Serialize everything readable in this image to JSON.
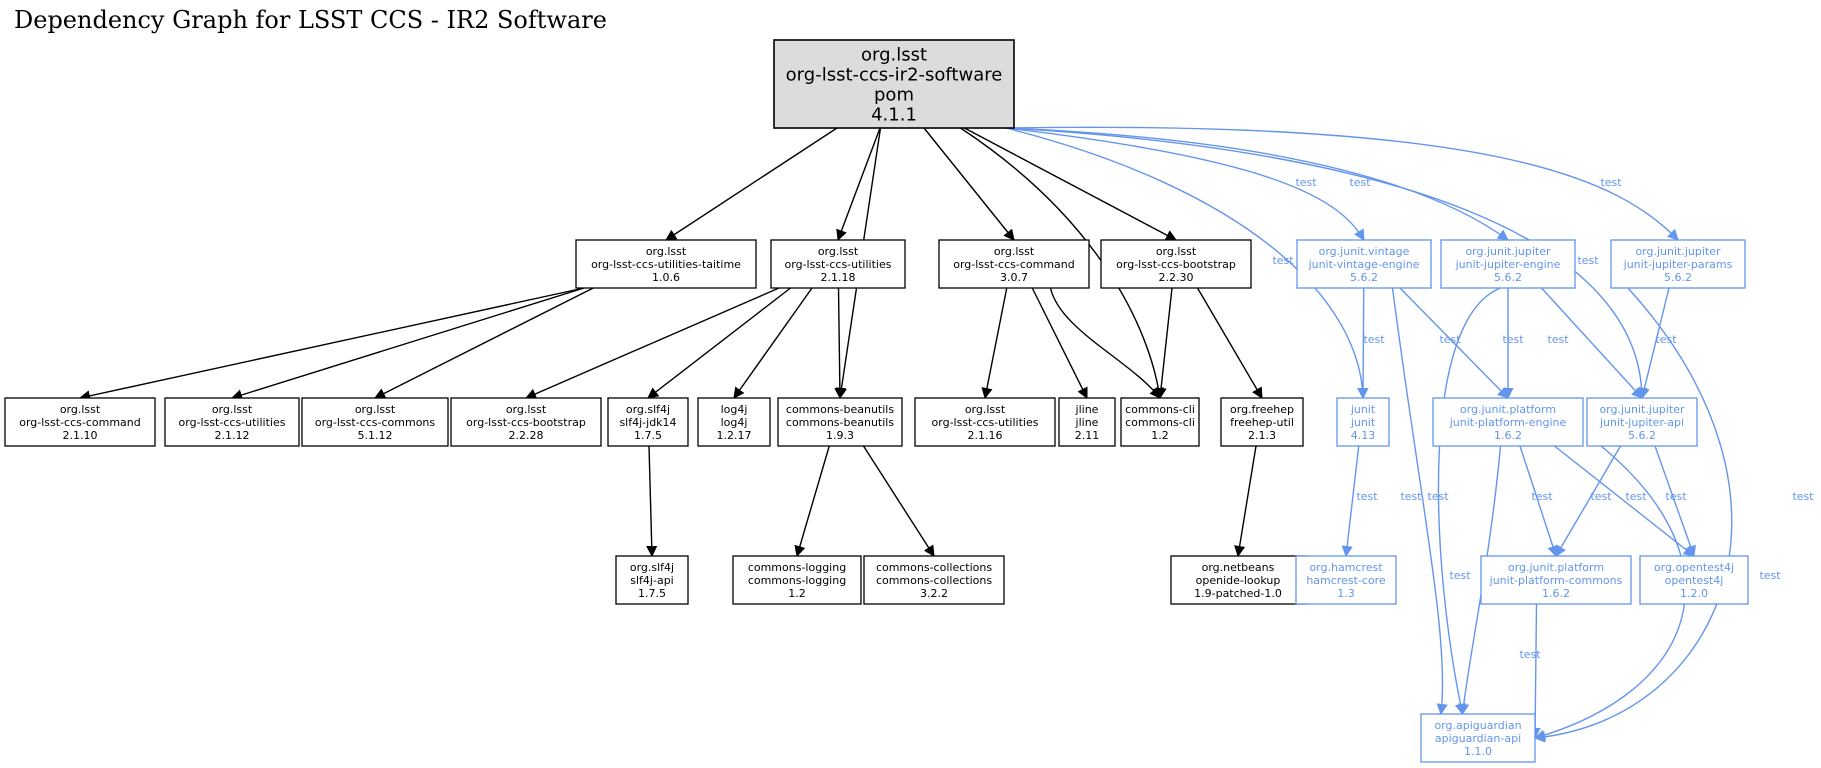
{
  "title": "Dependency Graph for LSST CCS - IR2 Software",
  "colors": {
    "compile": "#000000",
    "test": "#6495ed",
    "root_fill": "#dcdcdc",
    "node_fill": "#ffffff"
  },
  "edge_label_test": "test",
  "nodes": [
    {
      "id": "root",
      "lines": [
        "org.lsst",
        "org-lsst-ccs-ir2-software",
        "pom",
        "4.1.1"
      ],
      "scope": "compile",
      "root": true
    },
    {
      "id": "taitime",
      "lines": [
        "org.lsst",
        "org-lsst-ccs-utilities-taitime",
        "1.0.6"
      ],
      "scope": "compile"
    },
    {
      "id": "utilities218",
      "lines": [
        "org.lsst",
        "org-lsst-ccs-utilities",
        "2.1.18"
      ],
      "scope": "compile"
    },
    {
      "id": "command307",
      "lines": [
        "org.lsst",
        "org-lsst-ccs-command",
        "3.0.7"
      ],
      "scope": "compile"
    },
    {
      "id": "bootstrap2230",
      "lines": [
        "org.lsst",
        "org-lsst-ccs-bootstrap",
        "2.2.30"
      ],
      "scope": "compile"
    },
    {
      "id": "vintage",
      "lines": [
        "org.junit.vintage",
        "junit-vintage-engine",
        "5.6.2"
      ],
      "scope": "test"
    },
    {
      "id": "jupiterengine",
      "lines": [
        "org.junit.jupiter",
        "junit-jupiter-engine",
        "5.6.2"
      ],
      "scope": "test"
    },
    {
      "id": "jupiterparams",
      "lines": [
        "org.junit.jupiter",
        "junit-jupiter-params",
        "5.6.2"
      ],
      "scope": "test"
    },
    {
      "id": "command2110",
      "lines": [
        "org.lsst",
        "org-lsst-ccs-command",
        "2.1.10"
      ],
      "scope": "compile"
    },
    {
      "id": "utilities2112",
      "lines": [
        "org.lsst",
        "org-lsst-ccs-utilities",
        "2.1.12"
      ],
      "scope": "compile"
    },
    {
      "id": "commons5112",
      "lines": [
        "org.lsst",
        "org-lsst-ccs-commons",
        "5.1.12"
      ],
      "scope": "compile"
    },
    {
      "id": "bootstrap2228",
      "lines": [
        "org.lsst",
        "org-lsst-ccs-bootstrap",
        "2.2.28"
      ],
      "scope": "compile"
    },
    {
      "id": "slf4jjdk",
      "lines": [
        "org.slf4j",
        "slf4j-jdk14",
        "1.7.5"
      ],
      "scope": "compile"
    },
    {
      "id": "log4j",
      "lines": [
        "log4j",
        "log4j",
        "1.2.17"
      ],
      "scope": "compile"
    },
    {
      "id": "beanutils",
      "lines": [
        "commons-beanutils",
        "commons-beanutils",
        "1.9.3"
      ],
      "scope": "compile"
    },
    {
      "id": "utilities2116",
      "lines": [
        "org.lsst",
        "org-lsst-ccs-utilities",
        "2.1.16"
      ],
      "scope": "compile"
    },
    {
      "id": "jline",
      "lines": [
        "jline",
        "jline",
        "2.11"
      ],
      "scope": "compile"
    },
    {
      "id": "commonscli",
      "lines": [
        "commons-cli",
        "commons-cli",
        "1.2"
      ],
      "scope": "compile"
    },
    {
      "id": "freehep",
      "lines": [
        "org.freehep",
        "freehep-util",
        "2.1.3"
      ],
      "scope": "compile"
    },
    {
      "id": "junit",
      "lines": [
        "junit",
        "junit",
        "4.13"
      ],
      "scope": "test"
    },
    {
      "id": "platformengine",
      "lines": [
        "org.junit.platform",
        "junit-platform-engine",
        "1.6.2"
      ],
      "scope": "test"
    },
    {
      "id": "jupiterapi",
      "lines": [
        "org.junit.jupiter",
        "junit-jupiter-api",
        "5.6.2"
      ],
      "scope": "test"
    },
    {
      "id": "slf4japi",
      "lines": [
        "org.slf4j",
        "slf4j-api",
        "1.7.5"
      ],
      "scope": "compile"
    },
    {
      "id": "logging",
      "lines": [
        "commons-logging",
        "commons-logging",
        "1.2"
      ],
      "scope": "compile"
    },
    {
      "id": "collections",
      "lines": [
        "commons-collections",
        "commons-collections",
        "3.2.2"
      ],
      "scope": "compile"
    },
    {
      "id": "openide",
      "lines": [
        "org.netbeans",
        "openide-lookup",
        "1.9-patched-1.0"
      ],
      "scope": "compile"
    },
    {
      "id": "hamcrest",
      "lines": [
        "org.hamcrest",
        "hamcrest-core",
        "1.3"
      ],
      "scope": "test"
    },
    {
      "id": "platformcommons",
      "lines": [
        "org.junit.platform",
        "junit-platform-commons",
        "1.6.2"
      ],
      "scope": "test"
    },
    {
      "id": "opentest4j",
      "lines": [
        "org.opentest4j",
        "opentest4j",
        "1.2.0"
      ],
      "scope": "test"
    },
    {
      "id": "apiguardian",
      "lines": [
        "org.apiguardian",
        "apiguardian-api",
        "1.1.0"
      ],
      "scope": "test"
    }
  ],
  "edges": [
    {
      "from": "root",
      "to": "taitime",
      "scope": "compile"
    },
    {
      "from": "root",
      "to": "utilities218",
      "scope": "compile"
    },
    {
      "from": "root",
      "to": "beanutils",
      "scope": "compile"
    },
    {
      "from": "root",
      "to": "command307",
      "scope": "compile"
    },
    {
      "from": "root",
      "to": "commonscli",
      "scope": "compile"
    },
    {
      "from": "root",
      "to": "bootstrap2230",
      "scope": "compile"
    },
    {
      "from": "root",
      "to": "junit",
      "scope": "test",
      "label": "test"
    },
    {
      "from": "root",
      "to": "vintage",
      "scope": "test",
      "label": "test"
    },
    {
      "from": "root",
      "to": "jupiterengine",
      "scope": "test",
      "label": "test"
    },
    {
      "from": "root",
      "to": "jupiterapi",
      "scope": "test",
      "label": "test"
    },
    {
      "from": "root",
      "to": "jupiterparams",
      "scope": "test",
      "label": "test"
    },
    {
      "from": "taitime",
      "to": "command2110",
      "scope": "compile"
    },
    {
      "from": "taitime",
      "to": "utilities2112",
      "scope": "compile"
    },
    {
      "from": "taitime",
      "to": "commons5112",
      "scope": "compile"
    },
    {
      "from": "utilities218",
      "to": "bootstrap2228",
      "scope": "compile"
    },
    {
      "from": "utilities218",
      "to": "slf4jjdk",
      "scope": "compile"
    },
    {
      "from": "utilities218",
      "to": "log4j",
      "scope": "compile"
    },
    {
      "from": "utilities218",
      "to": "beanutils",
      "scope": "compile"
    },
    {
      "from": "command307",
      "to": "utilities2116",
      "scope": "compile"
    },
    {
      "from": "command307",
      "to": "jline",
      "scope": "compile"
    },
    {
      "from": "command307",
      "to": "commonscli",
      "scope": "compile"
    },
    {
      "from": "bootstrap2230",
      "to": "commonscli",
      "scope": "compile"
    },
    {
      "from": "bootstrap2230",
      "to": "freehep",
      "scope": "compile"
    },
    {
      "from": "slf4jjdk",
      "to": "slf4japi",
      "scope": "compile"
    },
    {
      "from": "beanutils",
      "to": "logging",
      "scope": "compile"
    },
    {
      "from": "beanutils",
      "to": "collections",
      "scope": "compile"
    },
    {
      "from": "freehep",
      "to": "openide",
      "scope": "compile"
    },
    {
      "from": "vintage",
      "to": "junit",
      "scope": "test",
      "label": "test"
    },
    {
      "from": "vintage",
      "to": "platformengine",
      "scope": "test",
      "label": "test"
    },
    {
      "from": "vintage",
      "to": "apiguardian",
      "scope": "test",
      "label": "test"
    },
    {
      "from": "jupiterengine",
      "to": "platformengine",
      "scope": "test",
      "label": "test"
    },
    {
      "from": "jupiterengine",
      "to": "jupiterapi",
      "scope": "test",
      "label": "test"
    },
    {
      "from": "jupiterengine",
      "to": "apiguardian",
      "scope": "test",
      "label": "test"
    },
    {
      "from": "jupiterparams",
      "to": "jupiterapi",
      "scope": "test",
      "label": "test"
    },
    {
      "from": "jupiterparams",
      "to": "apiguardian",
      "scope": "test",
      "label": "test"
    },
    {
      "from": "junit",
      "to": "hamcrest",
      "scope": "test",
      "label": "test"
    },
    {
      "from": "platformengine",
      "to": "platformcommons",
      "scope": "test",
      "label": "test"
    },
    {
      "from": "platformengine",
      "to": "opentest4j",
      "scope": "test",
      "label": "test"
    },
    {
      "from": "platformengine",
      "to": "apiguardian",
      "scope": "test",
      "label": "test"
    },
    {
      "from": "jupiterapi",
      "to": "platformcommons",
      "scope": "test",
      "label": "test"
    },
    {
      "from": "jupiterapi",
      "to": "opentest4j",
      "scope": "test",
      "label": "test"
    },
    {
      "from": "jupiterapi",
      "to": "apiguardian",
      "scope": "test",
      "label": "test"
    },
    {
      "from": "platformcommons",
      "to": "apiguardian",
      "scope": "test",
      "label": "test"
    }
  ]
}
